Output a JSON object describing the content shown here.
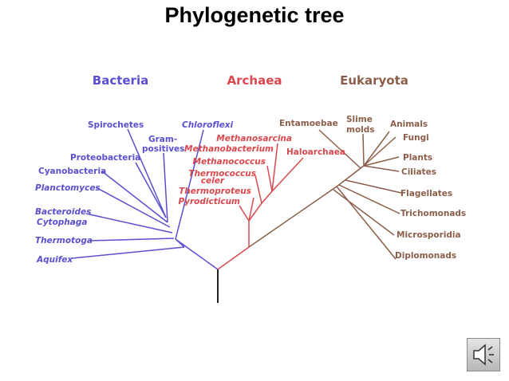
{
  "title": "Phylogenetic tree",
  "colors": {
    "bacteria": "#5a4fcf",
    "archaea": "#d9484e",
    "eukaryota": "#8b5e4a",
    "root": "#222222"
  },
  "domains": [
    {
      "key": "bacteria",
      "label": "Bacteria"
    },
    {
      "key": "archaea",
      "label": "Archaea"
    },
    {
      "key": "eukaryota",
      "label": "Eukaryota"
    }
  ],
  "taxa": {
    "bacteria": [
      {
        "label": "Spirochetes",
        "italic": false
      },
      {
        "label": "Gram-",
        "italic": false
      },
      {
        "label": "positives",
        "italic": false
      },
      {
        "label": "Chloroflexi",
        "italic": true
      },
      {
        "label": "Proteobacteria",
        "italic": false
      },
      {
        "label": "Cyanobacteria",
        "italic": false
      },
      {
        "label": "Planctomyces",
        "italic": true
      },
      {
        "label": "Bacteroides",
        "italic": true
      },
      {
        "label": "Cytophaga",
        "italic": true
      },
      {
        "label": "Thermotoga",
        "italic": true
      },
      {
        "label": "Aquifex",
        "italic": true
      }
    ],
    "archaea": [
      {
        "label": "Methanosarcina",
        "italic": true
      },
      {
        "label": "Methanobacterium",
        "italic": true
      },
      {
        "label": "Haloarchaea",
        "italic": false
      },
      {
        "label": "Methanococcus",
        "italic": true
      },
      {
        "label": "Thermococcus",
        "italic": true
      },
      {
        "label": "celer",
        "italic": true
      },
      {
        "label": "Thermoproteus",
        "italic": true
      },
      {
        "label": "Pyrodicticum",
        "italic": true
      }
    ],
    "eukaryota": [
      {
        "label": "Entamoebae",
        "italic": false
      },
      {
        "label": "Slime",
        "italic": false
      },
      {
        "label": "molds",
        "italic": false
      },
      {
        "label": "Animals",
        "italic": false
      },
      {
        "label": "Fungi",
        "italic": false
      },
      {
        "label": "Plants",
        "italic": false
      },
      {
        "label": "Ciliates",
        "italic": false
      },
      {
        "label": "Flagellates",
        "italic": false
      },
      {
        "label": "Trichomonads",
        "italic": false
      },
      {
        "label": "Microsporidia",
        "italic": false
      },
      {
        "label": "Diplomonads",
        "italic": false
      }
    ]
  },
  "speaker_icon": "speaker-icon"
}
